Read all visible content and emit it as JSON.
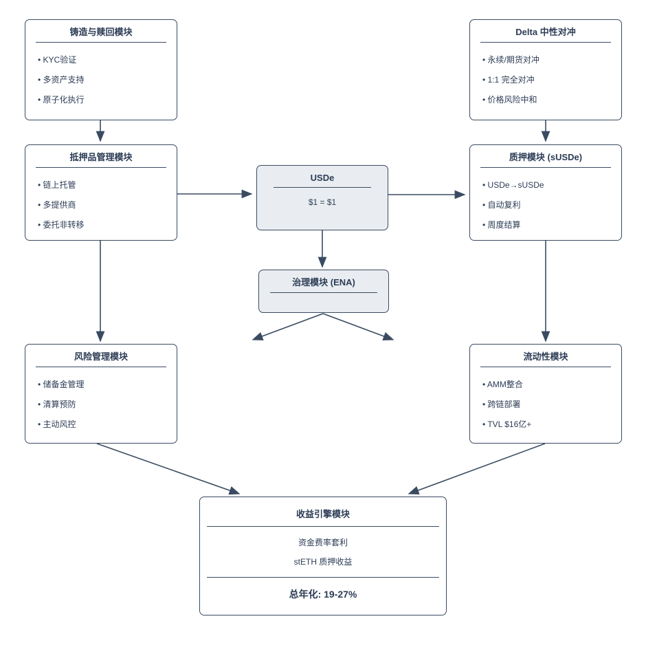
{
  "colors": {
    "line": "#3a4b61",
    "text": "#2c3c55",
    "fill": "#ffffff",
    "fill-light": "#e9edf1",
    "bg": "#ffffff"
  },
  "nodes": {
    "mint": {
      "title": "铸造与赎回模块",
      "bullets": [
        "KYC验证",
        "多资产支持",
        "原子化执行"
      ]
    },
    "delta": {
      "title": "Delta 中性对冲",
      "bullets": [
        "永续/期货对冲",
        "1:1 完全对冲",
        "价格风险中和"
      ]
    },
    "collateral": {
      "title": "抵押品管理模块",
      "bullets": [
        "链上托管",
        "多提供商",
        "委托非转移"
      ]
    },
    "staking": {
      "title": "质押模块 (sUSDe)",
      "bullets": [
        "USDe→sUSDe",
        "自动复利",
        "周度结算"
      ]
    },
    "usde": {
      "title": "USDe",
      "subtitle": "$1 = $1"
    },
    "governance": {
      "title": "治理模块 (ENA)"
    },
    "risk": {
      "title": "风险管理模块",
      "bullets": [
        "储备金管理",
        "清算预防",
        "主动风控"
      ]
    },
    "liquidity": {
      "title": "流动性模块",
      "bullets": [
        "AMM整合",
        "跨链部署",
        "TVL $16亿+"
      ]
    },
    "yield": {
      "title": "收益引擎模块",
      "lines": [
        "资金费率套利",
        "stETH 质押收益"
      ],
      "footer": "总年化: 19-27%"
    }
  }
}
